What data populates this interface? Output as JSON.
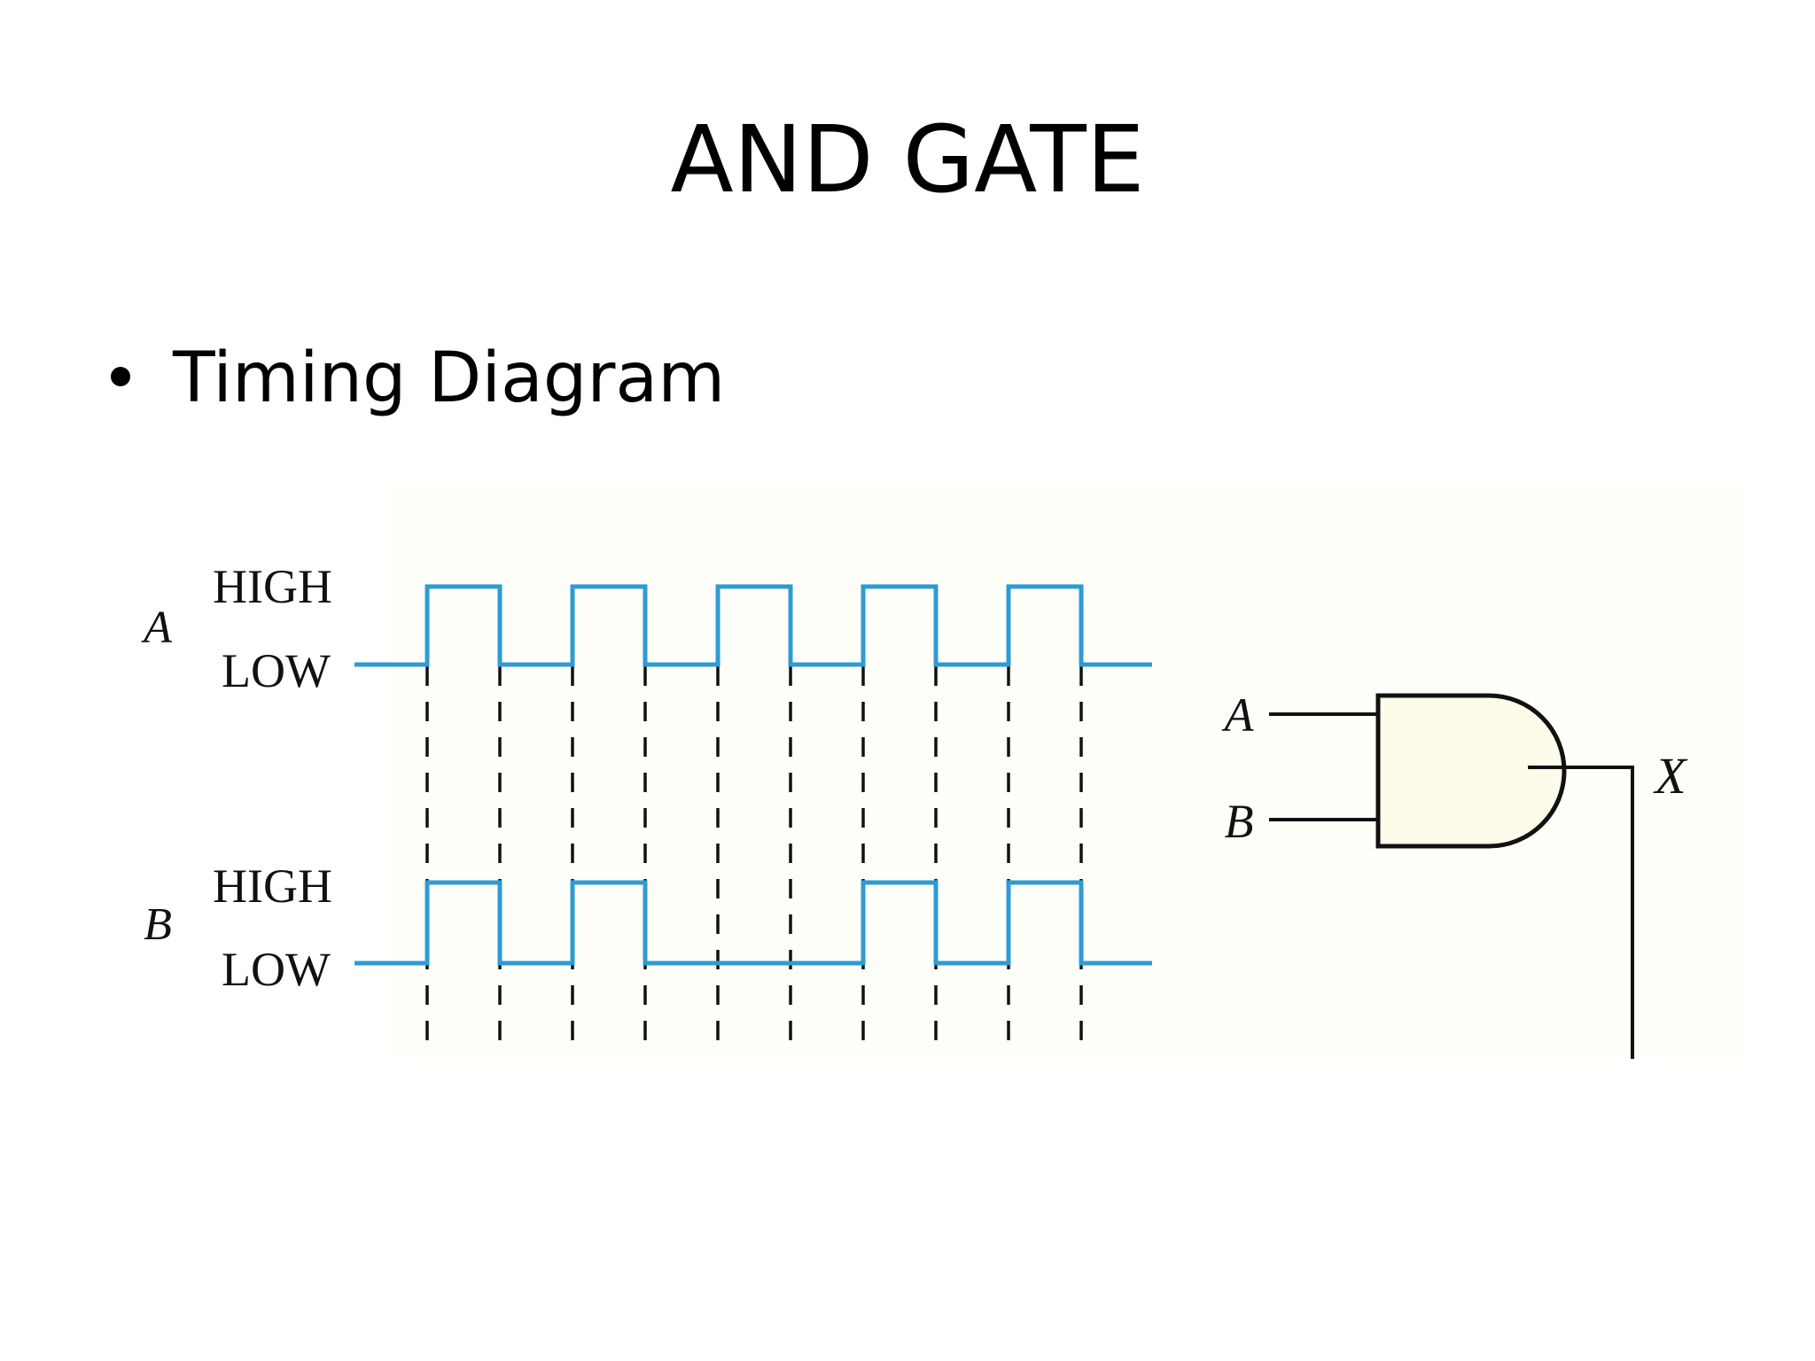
{
  "slide": {
    "title": "AND GATE",
    "bullet": "Timing Diagram"
  },
  "timing": {
    "signals": [
      {
        "name": "A",
        "high_label": "HIGH",
        "low_label": "LOW",
        "levels": [
          0,
          1,
          0,
          1,
          0,
          1,
          0,
          1,
          0,
          1,
          0
        ]
      },
      {
        "name": "B",
        "high_label": "HIGH",
        "low_label": "LOW",
        "levels": [
          0,
          1,
          0,
          1,
          0,
          0,
          0,
          1,
          0,
          1,
          0
        ]
      }
    ],
    "wave_color": "#2f9bd3"
  },
  "gate": {
    "input_a": "A",
    "input_b": "B",
    "output": "X",
    "fill_color": "#fffbea"
  }
}
